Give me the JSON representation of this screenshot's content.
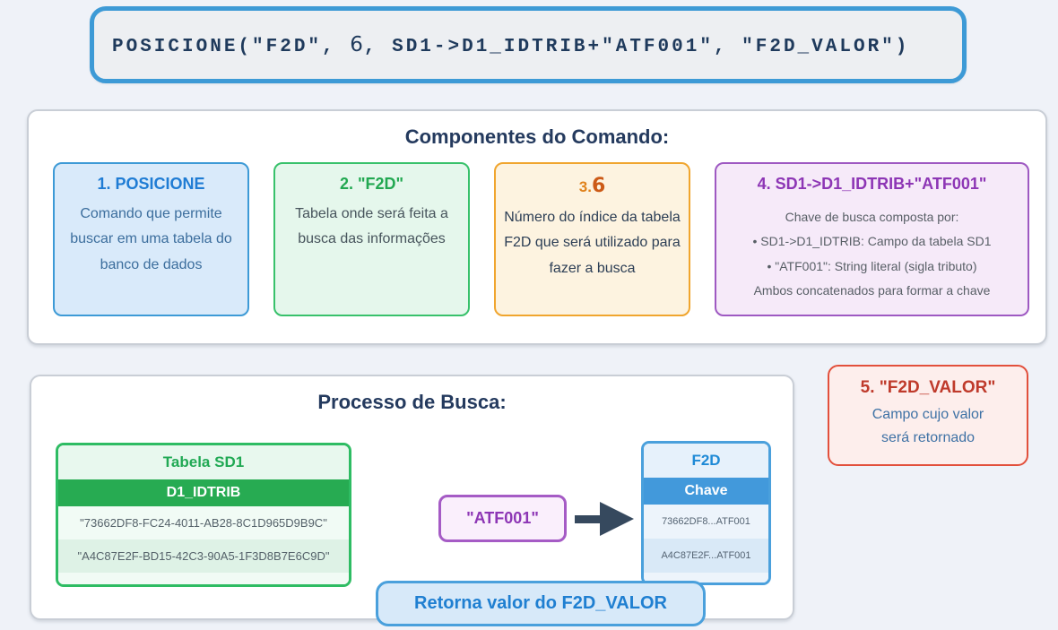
{
  "code_box": {
    "prefix": "POSICIONE(\"F2D\", ",
    "index": "6",
    "suffix": ", SD1->D1_IDTRIB+\"ATF001\", \"F2D_VALOR\")"
  },
  "componentes": {
    "title": "Componentes do Comando:",
    "cards": [
      {
        "title": "1. POSICIONE",
        "body": "Comando que permite buscar em uma tabela do banco de dados"
      },
      {
        "title": "2. \"F2D\"",
        "body": "Tabela onde será feita a busca das informações"
      },
      {
        "title_prefix": "3.",
        "title_value": "6",
        "body": "Número do índice da tabela F2D que será utilizado para fazer a busca"
      },
      {
        "title": "4. SD1->D1_IDTRIB+\"ATF001\"",
        "lines": [
          "Chave de busca composta por:",
          "• SD1->D1_IDTRIB: Campo da tabela SD1",
          "• \"ATF001\": String literal (sigla tributo)",
          "Ambos concatenados para formar a chave"
        ]
      }
    ]
  },
  "card5": {
    "title": "5. \"F2D_VALOR\"",
    "body_line1": "Campo cujo valor",
    "body_line2": "será retornado"
  },
  "processo": {
    "title": "Processo de Busca:",
    "sd1": {
      "header": "Tabela SD1",
      "column": "D1_IDTRIB",
      "rows": [
        "\"73662DF8-FC24-4011-AB28-8C1D965D9B9C\"",
        "\"A4C87E2F-BD15-42C3-90A5-1F3D8B7E6C9D\""
      ]
    },
    "key_box_label": "\"ATF001\"",
    "f2d": {
      "header": "F2D",
      "column": "Chave",
      "rows": [
        "73662DF8...ATF001",
        "A4C87E2F...ATF001"
      ]
    },
    "result_label": "Retorna valor do F2D_VALOR"
  },
  "colors": {
    "page_bg": "#eff2f8",
    "code_border": "#3d9ad6",
    "blue": "#1f7cd4",
    "green": "#22a851",
    "orange": "#e0821c",
    "purple": "#8d36b5",
    "red": "#bf3a2b",
    "heading": "#243a5e",
    "arrow": "#36495e"
  }
}
